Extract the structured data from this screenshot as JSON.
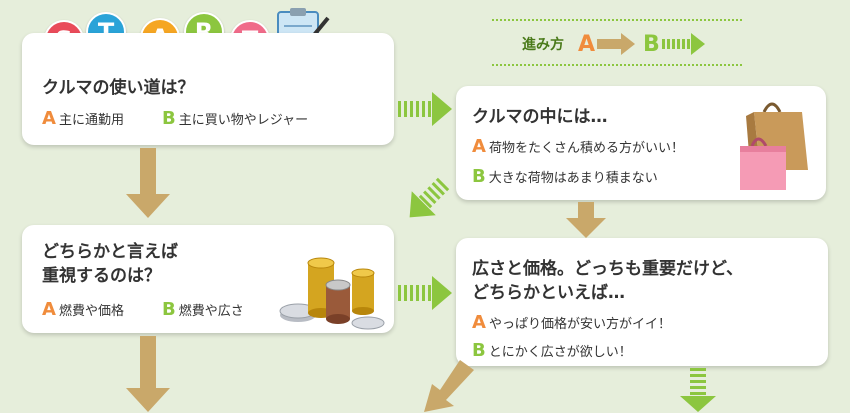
{
  "start": {
    "letters": [
      {
        "char": "S",
        "color": "#e94b5a"
      },
      {
        "char": "T",
        "color": "#2aa3d8"
      },
      {
        "char": "A",
        "color": "#f5a623"
      },
      {
        "char": "R",
        "color": "#8cc63f"
      },
      {
        "char": "T",
        "color": "#f06b8a"
      }
    ],
    "icon": "clipboard-pen-icon"
  },
  "legend": {
    "label": "進み方",
    "a": "A",
    "b": "B",
    "colors": {
      "a": "#f08c3c",
      "b": "#8cc63f"
    }
  },
  "cards": {
    "usage": {
      "question": "クルマの使い道は？",
      "option_a": {
        "letter": "A",
        "text": "主に通勤用"
      },
      "option_b": {
        "letter": "B",
        "text": "主に買い物やレジャー"
      }
    },
    "interior": {
      "question": "クルマの中には…",
      "option_a": {
        "letter": "A",
        "text": "荷物をたくさん積める方がいい！"
      },
      "option_b": {
        "letter": "B",
        "text": "大きな荷物はあまり積まない"
      },
      "icon": "shopping-bags-icon"
    },
    "priority": {
      "question_line1": "どちらかと言えば",
      "question_line2": "重視するのは？",
      "option_a": {
        "letter": "A",
        "text": "燃費や価格"
      },
      "option_b": {
        "letter": "B",
        "text": "燃費や広さ"
      },
      "icon": "coins-icon"
    },
    "space_price": {
      "question_line1": "広さと価格。どっちも重要だけど、",
      "question_line2": "どちらかといえば…",
      "option_a": {
        "letter": "A",
        "text": "やっぱり価格が安い方がイイ！"
      },
      "option_b": {
        "letter": "B",
        "text": "とにかく広さが欲しい！"
      }
    }
  },
  "colors": {
    "background": "#e6eedb",
    "arrow_a": "#c9a86a",
    "arrow_b": "#8cc63f"
  }
}
